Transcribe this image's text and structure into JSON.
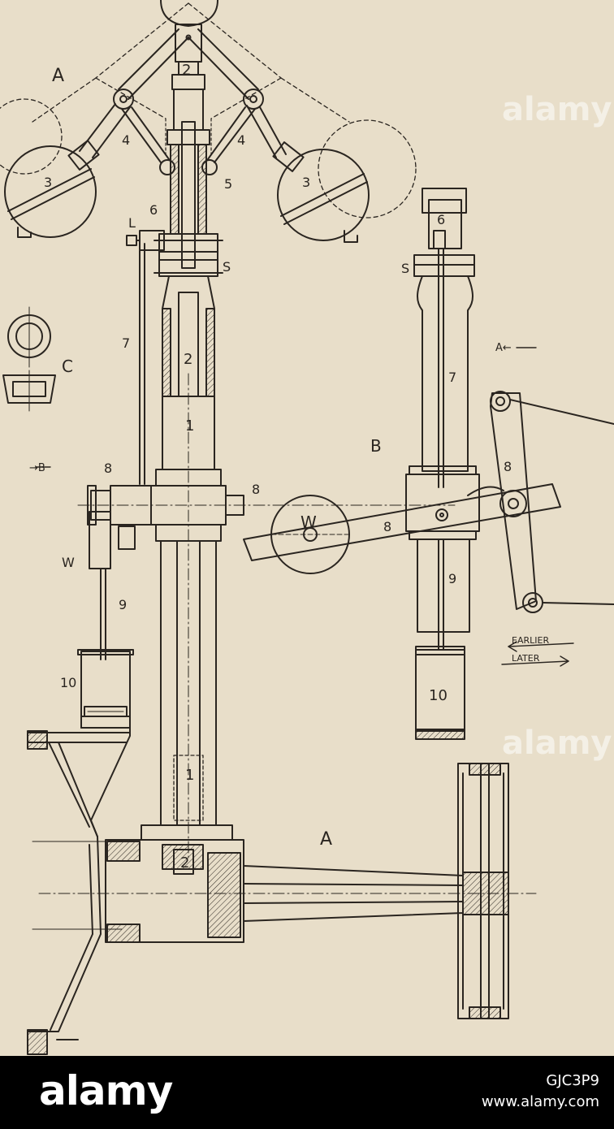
{
  "diagram": {
    "labels": {
      "A_top": "A",
      "A_bottom": "A",
      "A_arrow": "A←",
      "B_arrow": "→B",
      "B": "B",
      "C": "C",
      "L": "L",
      "S_left": "S",
      "S_right": "S",
      "W_left": "W",
      "W_center": "W",
      "n1_upper": "1",
      "n1_lower": "1",
      "n2_top": "2",
      "n2_mid": "2",
      "n2_bottom": "2",
      "n3_left": "3",
      "n3_right": "3",
      "n4_left": "4",
      "n4_right": "4",
      "n5": "5",
      "n6_left": "6",
      "n6_right": "6",
      "n7_left": "7",
      "n7_right": "7",
      "n8_a": "8",
      "n8_b": "8",
      "n8_c": "8",
      "n8_d": "8",
      "n9_left": "9",
      "n9_right": "9",
      "n10_left": "10",
      "n10_right": "10",
      "earlier": "EARLIER",
      "later": "LATER"
    }
  },
  "watermarks": {
    "mark": "alamy"
  },
  "footer": {
    "logo": "alamy",
    "image_id": "GJC3P9",
    "site": "www.alamy.com"
  },
  "colors": {
    "paper": "#e8dec9",
    "ink": "#2a2520",
    "footer_bg": "#000000"
  }
}
